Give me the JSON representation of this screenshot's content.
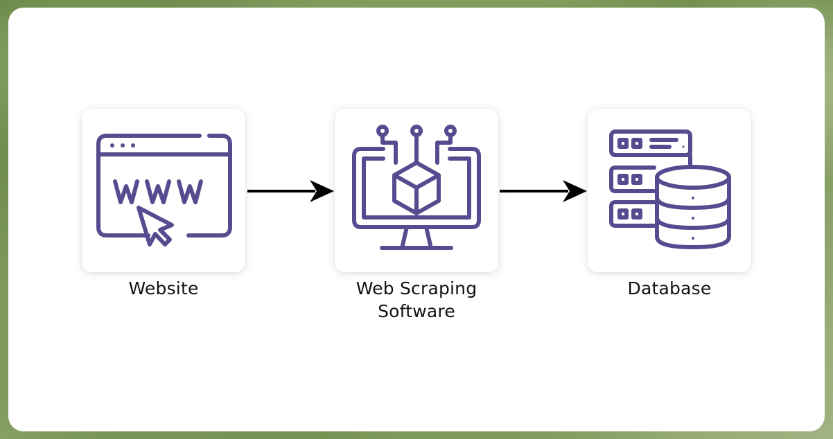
{
  "nodes": [
    {
      "id": "website",
      "label": "Website",
      "icon": "www-browser-icon"
    },
    {
      "id": "scraper",
      "label": "Web Scraping\nSoftware",
      "icon": "monitor-cube-network-icon"
    },
    {
      "id": "database",
      "label": "Database",
      "icon": "server-database-icon"
    }
  ],
  "edges": [
    {
      "from": "website",
      "to": "scraper"
    },
    {
      "from": "scraper",
      "to": "database"
    }
  ],
  "colors": {
    "icon": "#574b90",
    "arrow": "#000000",
    "text": "#111111"
  }
}
